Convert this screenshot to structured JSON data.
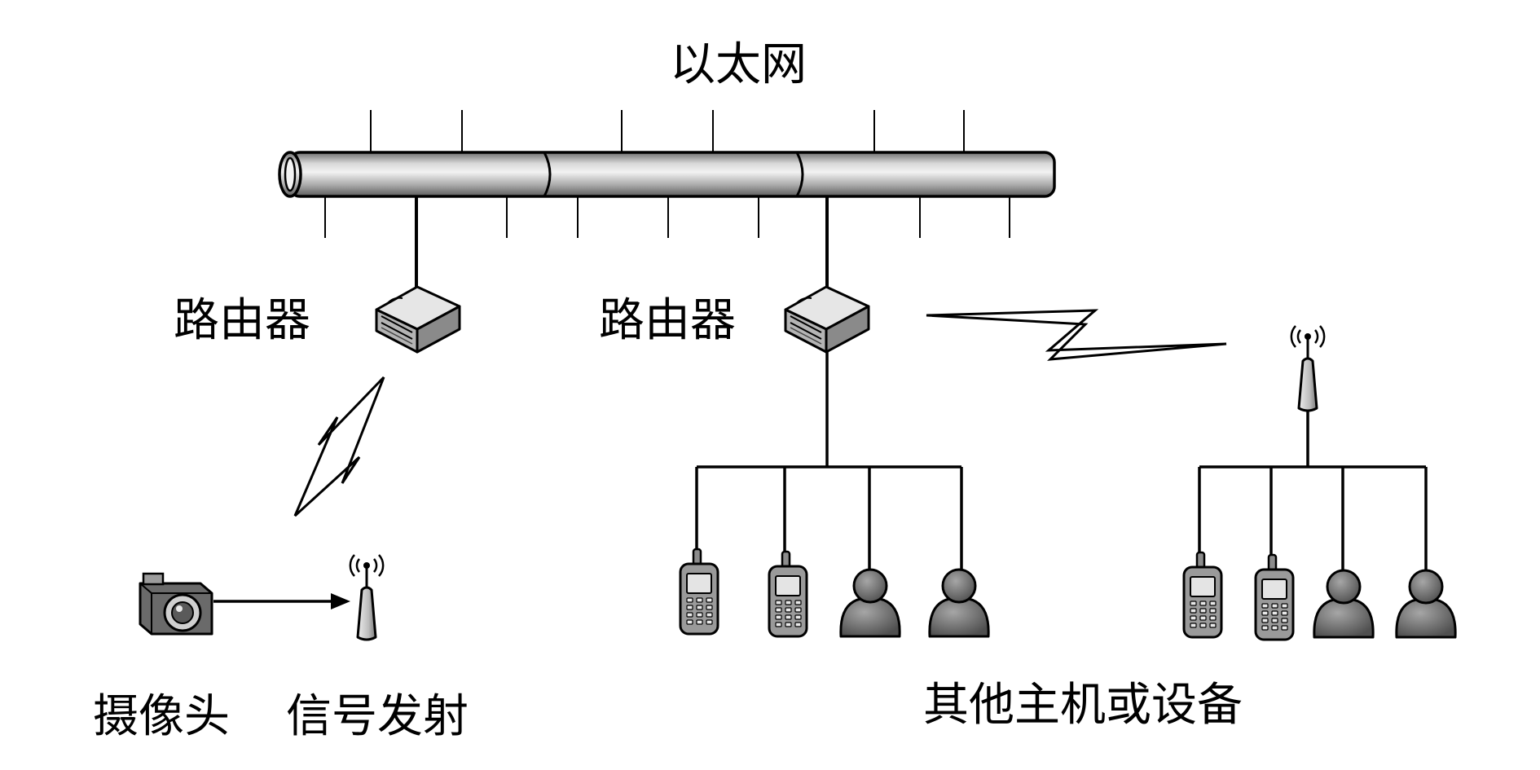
{
  "labels": {
    "ethernet": "以太网",
    "router_left": "路由器",
    "router_mid": "路由器",
    "camera": "摄像头",
    "transmitter": "信号发射",
    "other_devices": "其他主机或设备"
  },
  "icons": {
    "pipe": "ethernet-pipe-icon",
    "router": "router-icon",
    "antenna": "antenna-icon",
    "camera": "camera-icon",
    "phone": "mobile-phone-icon",
    "user": "user-icon",
    "lightning": "wireless-link-icon"
  },
  "colors": {
    "stroke": "#000000",
    "icon_fill": "#7a7a7a",
    "icon_light": "#d0d0d0"
  }
}
